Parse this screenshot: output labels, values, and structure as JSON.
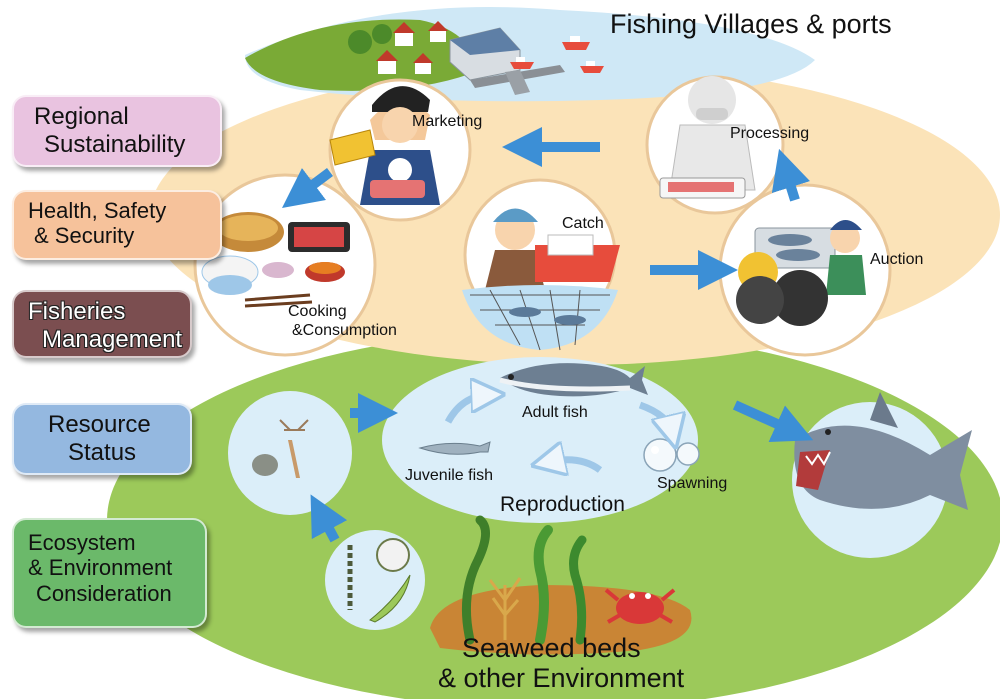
{
  "header": {
    "title": "Fishing Villages & ports"
  },
  "side_labels": {
    "regional": [
      "Regional",
      "Sustainability"
    ],
    "health": [
      "Health, Safety",
      "& Security"
    ],
    "fisheries": [
      "Fisheries",
      "Management"
    ],
    "resource": [
      "Resource",
      "Status"
    ],
    "ecosystem": [
      "Ecosystem",
      "& Environment",
      "Consideration"
    ]
  },
  "nodes": {
    "marketing": "Marketing",
    "processing": "Processing",
    "catch": "Catch",
    "auction": "Auction",
    "cooking": [
      "Cooking",
      "&Consumption"
    ],
    "adult_fish": "Adult fish",
    "juvenile_fish": "Juvenile fish",
    "spawning": "Spawning",
    "reproduction": "Reproduction",
    "seaweed": [
      "Seaweed beds",
      "& other Environment"
    ]
  },
  "colors": {
    "regional": "#e9c3e0",
    "health": "#f6c29b",
    "fisheries": "#7b4e50",
    "resource": "#94b8e0",
    "ecosystem": "#6bb96a",
    "upper_ellipse": "#fbe3b8",
    "lower_ellipse": "#9cc95a",
    "arrow": "#3c8fd6"
  }
}
